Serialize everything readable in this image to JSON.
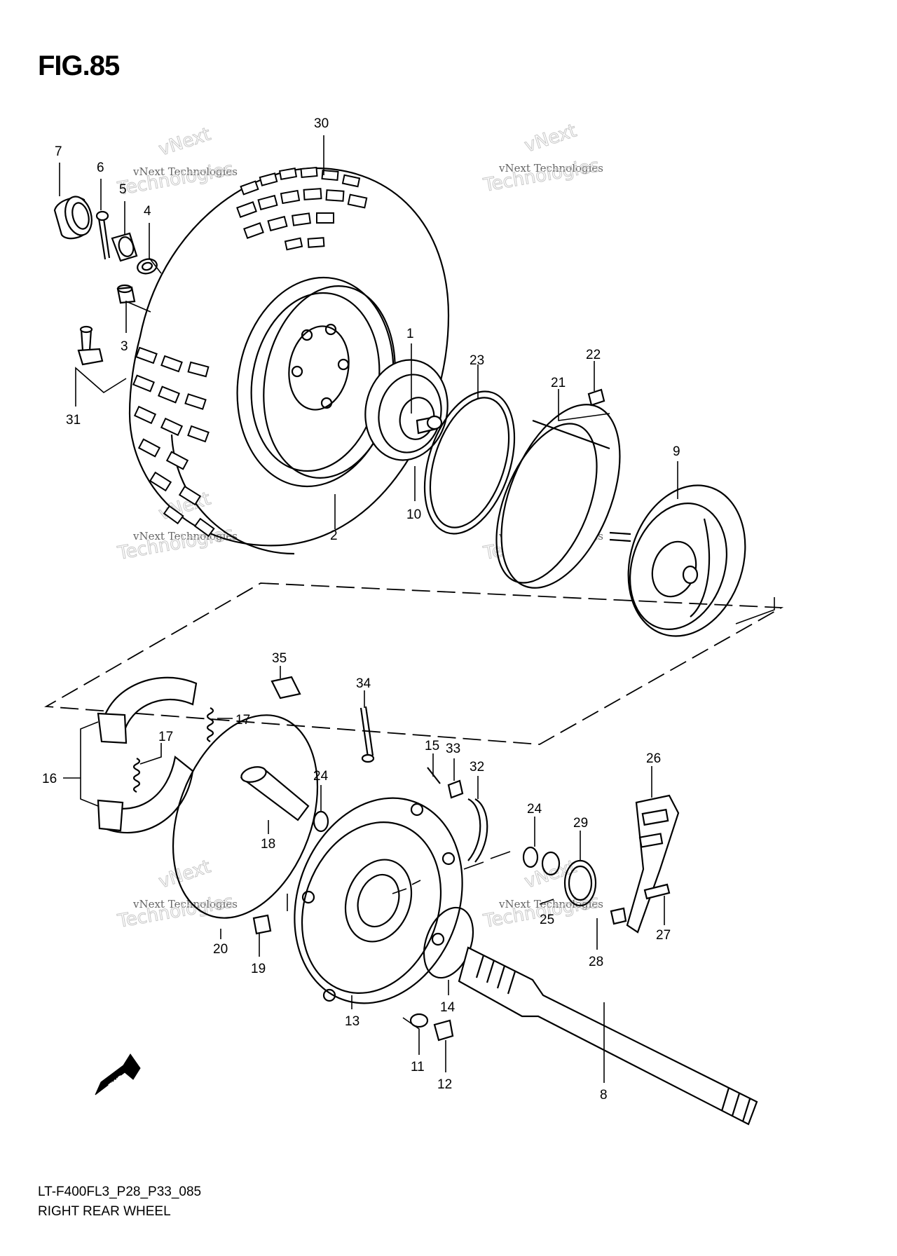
{
  "figure": {
    "title": "FIG.85"
  },
  "footer": {
    "model_code": "LT-F400FL3_P28_P33_085",
    "name": "RIGHT REAR WHEEL"
  },
  "fwd_label": "FWD",
  "watermark": {
    "line1": "vNext Technologies",
    "line2": "vNext",
    "line3": "Technologies"
  },
  "callouts": [
    "30",
    "7",
    "6",
    "5",
    "4",
    "3",
    "31",
    "1",
    "2",
    "10",
    "23",
    "22",
    "21",
    "9",
    "35",
    "34",
    "17",
    "17",
    "16",
    "15",
    "33",
    "32",
    "24",
    "24",
    "29",
    "26",
    "18",
    "20",
    "19",
    "13",
    "14",
    "11",
    "12",
    "25",
    "28",
    "27",
    "8"
  ]
}
